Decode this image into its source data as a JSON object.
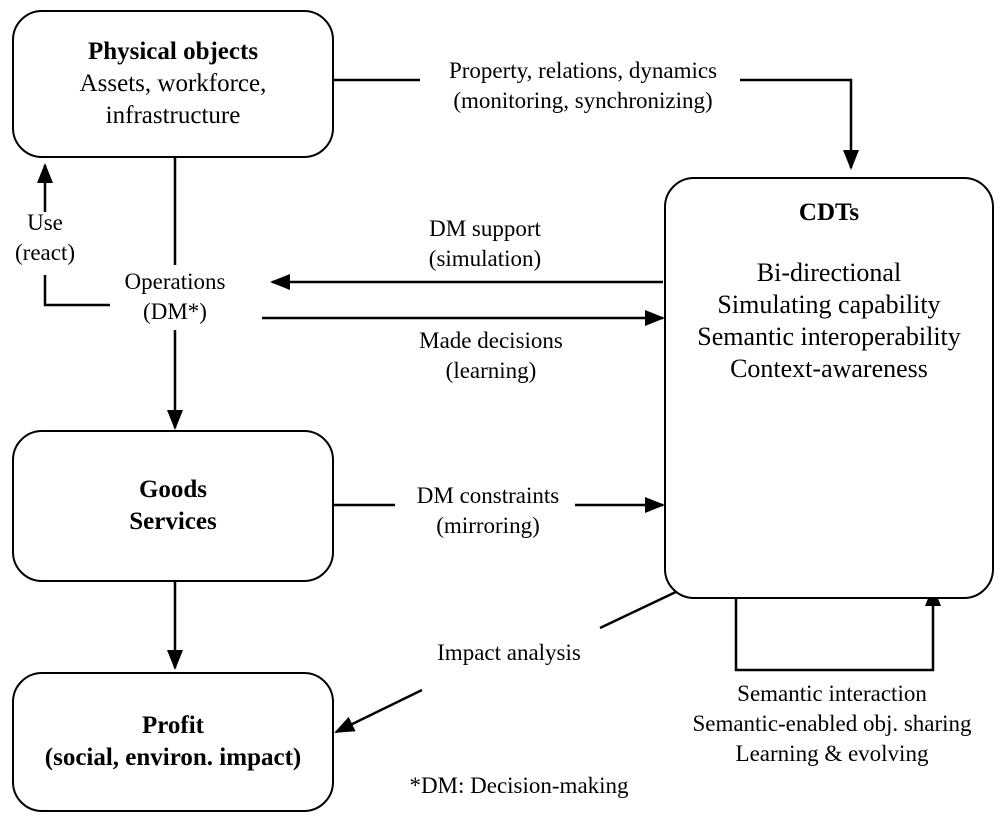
{
  "boxes": {
    "physical": {
      "title": "Physical objects",
      "line1": "Assets, workforce,",
      "line2": "infrastructure"
    },
    "goods": {
      "line1": "Goods",
      "line2": "Services"
    },
    "profit": {
      "line1": "Profit",
      "line2": "(social, environ. impact)"
    },
    "cdts": {
      "title": "CDTs",
      "features": [
        "Bi-directional",
        "Simulating capability",
        "Semantic interoperability",
        "Context-awareness"
      ]
    }
  },
  "labels": {
    "property": [
      "Property, relations, dynamics",
      "(monitoring, synchronizing)"
    ],
    "use": [
      "Use",
      "(react)"
    ],
    "operations": [
      "Operations",
      "(DM*)"
    ],
    "dm_support": [
      "DM support",
      "(simulation)"
    ],
    "made_decisions": [
      "Made decisions",
      "(learning)"
    ],
    "dm_constraints": [
      "DM constraints",
      "(mirroring)"
    ],
    "impact": [
      "Impact analysis"
    ],
    "semantic": [
      "Semantic interaction",
      "Semantic-enabled obj. sharing",
      "Learning & evolving"
    ],
    "footnote": [
      "*DM: Decision-making"
    ]
  },
  "icons": {
    "left_graph": "graph-network-icon",
    "right_graph": "mesh-network-icon",
    "colors": {
      "dark": "#3f5168",
      "teal": "#45d9a7",
      "blue": "#3eb0d5",
      "edge": "#9aa3b5"
    }
  }
}
